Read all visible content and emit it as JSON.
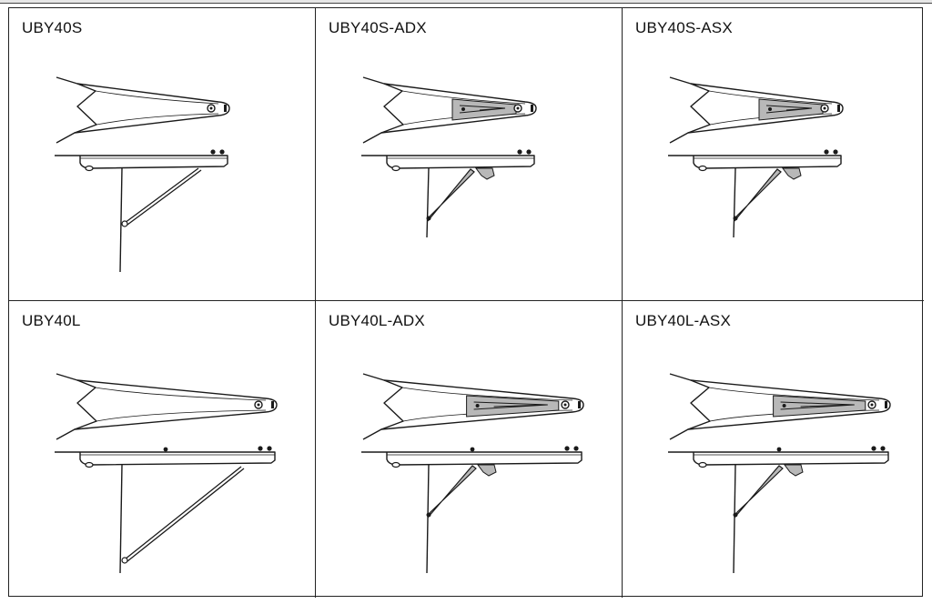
{
  "panels": [
    {
      "id": "uby40s",
      "label": "UBY40S",
      "size": "short",
      "adapter": "none"
    },
    {
      "id": "uby40s-adx",
      "label": "UBY40S-ADX",
      "size": "short",
      "adapter": "adx"
    },
    {
      "id": "uby40s-asx",
      "label": "UBY40S-ASX",
      "size": "short",
      "adapter": "asx"
    },
    {
      "id": "uby40l",
      "label": "UBY40L",
      "size": "long",
      "adapter": "none"
    },
    {
      "id": "uby40l-adx",
      "label": "UBY40L-ADX",
      "size": "long",
      "adapter": "adx"
    },
    {
      "id": "uby40l-asx",
      "label": "UBY40L-ASX",
      "size": "long",
      "adapter": "asx"
    }
  ],
  "colors": {
    "line": "#1a1a1a",
    "plate": "#b8b8b8",
    "border": "#222222"
  }
}
